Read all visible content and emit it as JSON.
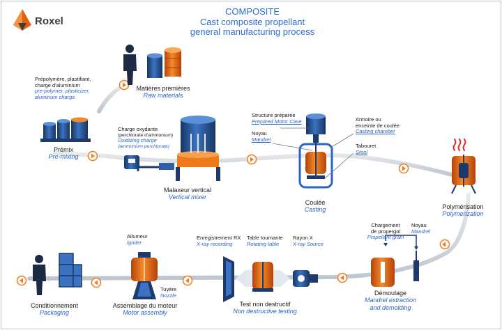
{
  "header": {
    "brand": "Roxel",
    "title_line1": "COMPOSITE",
    "title_line2": "Cast composite propellant",
    "title_line3": "general manufacturing process"
  },
  "colors": {
    "accent_blue": "#2b63c6",
    "node_orange": "#f07a1a",
    "ink_navy": "#1d3a6b",
    "flow_gray": "#c9cfd6"
  },
  "steps": {
    "raw_materials": {
      "fr": "Matières premières",
      "en": "Raw materials"
    },
    "premix": {
      "fr": "Prémix",
      "en": "Pre-mixing",
      "inputs_fr_1": "Prépolymère, plastifiant,",
      "inputs_fr_2": "charge d'aluminium",
      "inputs_en_1": "pre-polymer, plasticizer,",
      "inputs_en_2": "aluminum charge"
    },
    "oxidizer": {
      "fr_1": "Charge oxydante",
      "fr_2": "(perchlorate d'ammonium)",
      "en_1": "Oxidizing charge",
      "en_2": "(ammonium perchlorate)"
    },
    "vertical_mixer": {
      "fr": "Malaxeur vertical",
      "en": "Vertical mixer"
    },
    "casting": {
      "fr": "Coulée",
      "en": "Casting",
      "case_fr": "Structure préparée",
      "case_en": "Prepared Motor Case",
      "core_fr": "Noyau",
      "core_en": "Mandrel",
      "chamber_fr_1": "Armoire ou",
      "chamber_fr_2": "enceinte de coulée",
      "chamber_en": "Casting chamber",
      "stool_fr": "Tabouret",
      "stool_en": "Stool"
    },
    "polymerization": {
      "fr": "Polymérisation",
      "en": "Polymerization"
    },
    "demoulding": {
      "fr": "Démoulage",
      "en_1": "Mandrel extraction",
      "en_2": "and demolding",
      "grain_fr": "Chargement",
      "grain_fr_2": "de propergol",
      "grain_en": "Propellant grain",
      "core_fr": "Noyau",
      "core_en": "Mandrel"
    },
    "ndt": {
      "fr": "Test non destructif",
      "en": "Non destructive testing",
      "rx_fr": "Enregistrement RX",
      "rx_en": "X-ray recording",
      "table_fr": "Table tournante",
      "table_en": "Rotating table",
      "src_fr": "Rayon X",
      "src_en": "X-ray Source"
    },
    "motor_assembly": {
      "fr": "Assemblage du moteur",
      "en": "Motor assembly",
      "igniter_fr": "Allumeur",
      "igniter_en": "Igniter",
      "nozzle_fr": "Tuyère",
      "nozzle_en": "Nozzle"
    },
    "packaging": {
      "fr": "Conditionnement",
      "en": "Packaging"
    }
  }
}
